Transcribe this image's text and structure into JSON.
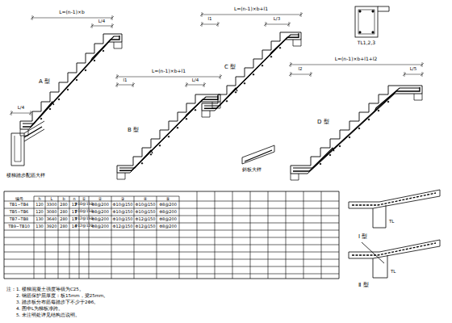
{
  "diagram": {
    "labels": [
      "A 型",
      "B 型",
      "C 型",
      "D 型",
      "TL1,2,3",
      "L=(n-1)×b",
      "L/4",
      "L/4",
      "L=(n-1)×b+l1",
      "L/3",
      "l1",
      "L=(n-1)×b+l1+l2",
      "L/5",
      "l2",
      "L=(n-1)×b+l1",
      "L/4",
      "l1",
      "楼梯踏步配筋大样",
      "斜板大样",
      "Ⅰ 型",
      "Ⅱ 型",
      "TL",
      "TL",
      "编号",
      "h",
      "L",
      "b",
      "n",
      "①",
      "②",
      "③",
      "④",
      "⑤",
      "TB1~TB4",
      "120",
      "3300",
      "280",
      "12",
      "Φ10@150",
      "Φ8@200",
      "Φ10@150",
      "Φ10@150",
      "Φ8@200",
      "TB5~TB6",
      "120",
      "3080",
      "280",
      "11",
      "Φ10@150",
      "Φ8@200",
      "Φ10@150",
      "Φ10@150",
      "Φ8@200",
      "TB7~TB8",
      "130",
      "3640",
      "280",
      "13",
      "Φ12@150",
      "Φ8@200",
      "Φ10@150",
      "Φ12@150",
      "Φ8@200",
      "TB9~TB10",
      "130",
      "3920",
      "280",
      "14",
      "Φ12@120",
      "Φ8@200",
      "Φ12@150",
      "Φ12@150",
      "Φ8@200",
      "注：1. 楼梯混凝土强度等级为C25。",
      "2. 钢筋保护层厚度：板15mm，梁25mm。",
      "3. 踏步板分布筋每踏步下不少于2Φ6。",
      "4. 图中L为梯板净跨。",
      "5. 未注明处详见结构总说明。"
    ]
  }
}
